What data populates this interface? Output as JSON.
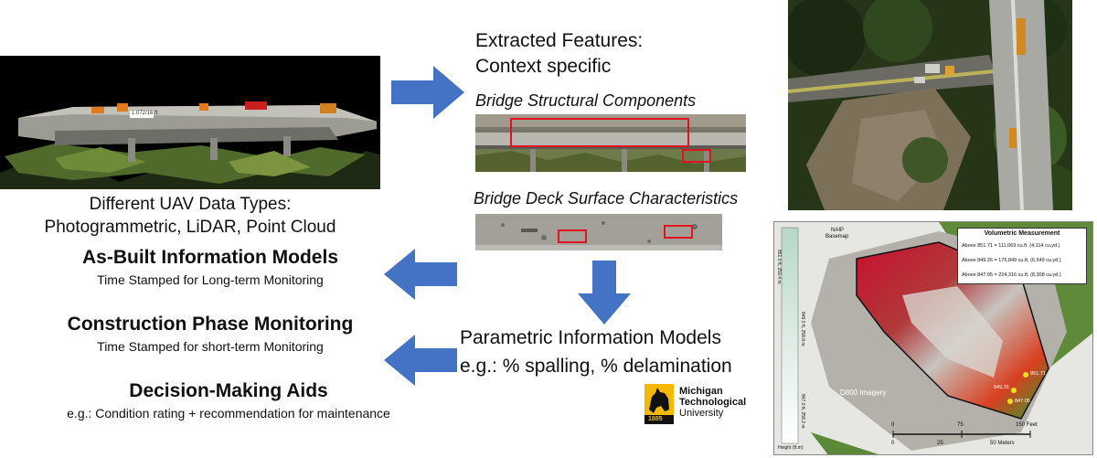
{
  "left": {
    "data_types_line1": "Different UAV Data Types:",
    "data_types_line2": "Photogrammetric, LiDAR, Point Cloud",
    "pc_label": "1.072/16 ft",
    "models": [
      {
        "title": "As-Built Information Models",
        "subtitle": "Time Stamped for Long-term Monitoring"
      },
      {
        "title": "Construction Phase Monitoring",
        "subtitle": "Time Stamped for short-term Monitoring"
      },
      {
        "title": "Decision-Making Aids",
        "subtitle": "e.g.: Condition rating + recommendation for maintenance"
      }
    ]
  },
  "middle": {
    "extracted_line1": "Extracted Features:",
    "extracted_line2": "Context specific",
    "structural_label": "Bridge Structural Components",
    "deck_label": "Bridge Deck Surface Characteristics",
    "parametric_line1": "Parametric Information Models",
    "parametric_line2": "e.g.: % spalling, % delamination"
  },
  "logo": {
    "line1": "Michigan",
    "line2": "Technological",
    "line3": "University",
    "year": "1885"
  },
  "map": {
    "legend_title": "Volumetric Measurement",
    "legend_rows": [
      "Above 851.71 = 111,069 cu.ft. (4,114 cu.yd.)",
      "Above 849.26 = 176,849 cu.ft. (6,549 cu.yd.)",
      "Above 847.05 = 224,316 cu.ft. (8,308 cu.yd.)"
    ],
    "naip_line1": "NAIP",
    "naip_line2": "Basemap",
    "imagery_label": "D800 Imagery",
    "height_label": "Height (ft.m)",
    "bar_top": "851.0 ft, 259.4 m",
    "bar_mid": "849.0 ft, 258.8 m",
    "bar_low": "847.0 ft, 258.2 m",
    "point1": "851.71",
    "point2": "849.26",
    "point3": "847.05",
    "scale_ft": [
      "0",
      "75",
      "150 Feet"
    ],
    "scale_m": [
      "0",
      "25",
      "50 Meters"
    ]
  },
  "colors": {
    "arrow": "#4472c4",
    "highlight": "#e0141e",
    "background": "#ffffff"
  }
}
